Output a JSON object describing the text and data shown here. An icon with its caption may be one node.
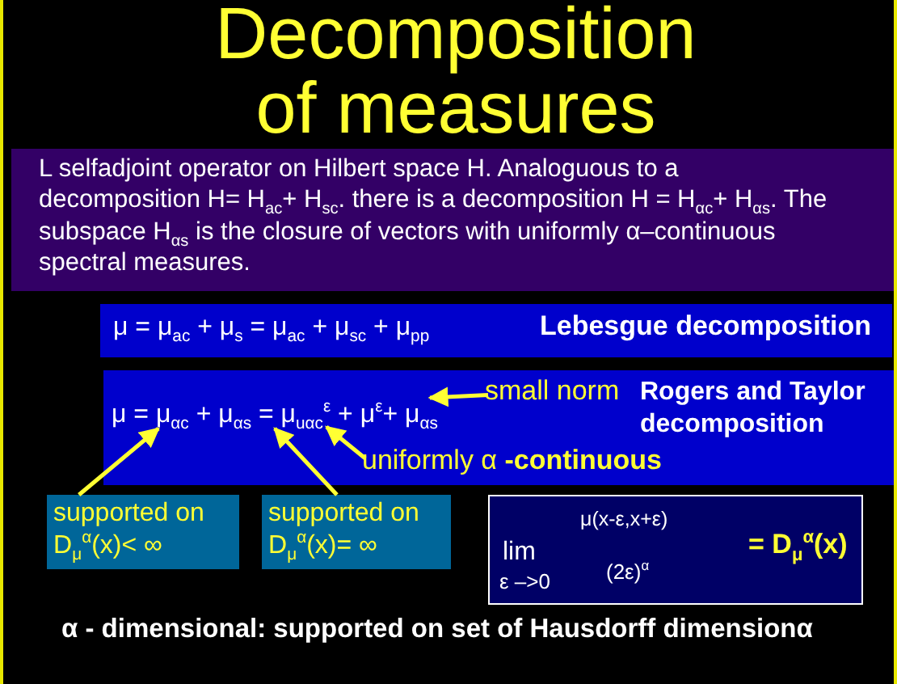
{
  "diagram": {
    "title": "Decomposition of measures",
    "nodes": [
      {
        "text": [
          "L  selfadjoint operator on Hilbert space H. Analoguous to a decomposition H= H$_{ac}$+  H$_{sc}$. there is a decomposition H = H$_{αc}$+  H$_{αs}$. The  subspace H$_{αs}$ is the closure of vectors with uniformly α–continuous spectral measures."
        ]
      },
      {
        "text": [
          "μ = μ$_{ac}$ + μ$_{s}$ =  μ$_{ac}$ + μ$_{sc}$ + μ$_{pp}$",
          "Lebesgue decomposition"
        ]
      },
      {
        "text": [
          "μ = μ$_{αc}$ + μ$_{αs}$  = μ$_{uαc}$$^{ε}$ + μ$^{ε}$+ μ$_{αs}$",
          "Rogers and Taylor decomposition"
        ]
      },
      {
        "text": [
          "small norm"
        ],
        "in": 2
      },
      {
        "text": [
          "uniformly α **-continuous**"
        ],
        "in": 2
      },
      {
        "text": [
          "supported on D$_{μ}$$^{α}$(x)< ∞"
        ]
      },
      {
        "text": [
          "supported on D$_{μ}$$^{α}$(x)= ∞"
        ]
      },
      {
        "text": [
          "μ(x-ε,x+ε)",
          "lim",
          "(2ε)$^{α}$",
          "ε –>0",
          "= D$_{μ}$$^{α}$(x)"
        ]
      }
    ],
    "edges": [
      {
        "from": 3,
        "to": null,
        "arrow": "to"
      },
      {
        "from": 4,
        "to": null,
        "arrow": "to"
      },
      {
        "from": 5,
        "to": null,
        "arrow": "to"
      },
      {
        "from": 6,
        "to": null,
        "arrow": "to"
      }
    ],
    "labels": [
      "α - dimensional: supported on set of Hausdorff dimensionα"
    ]
  }
}
